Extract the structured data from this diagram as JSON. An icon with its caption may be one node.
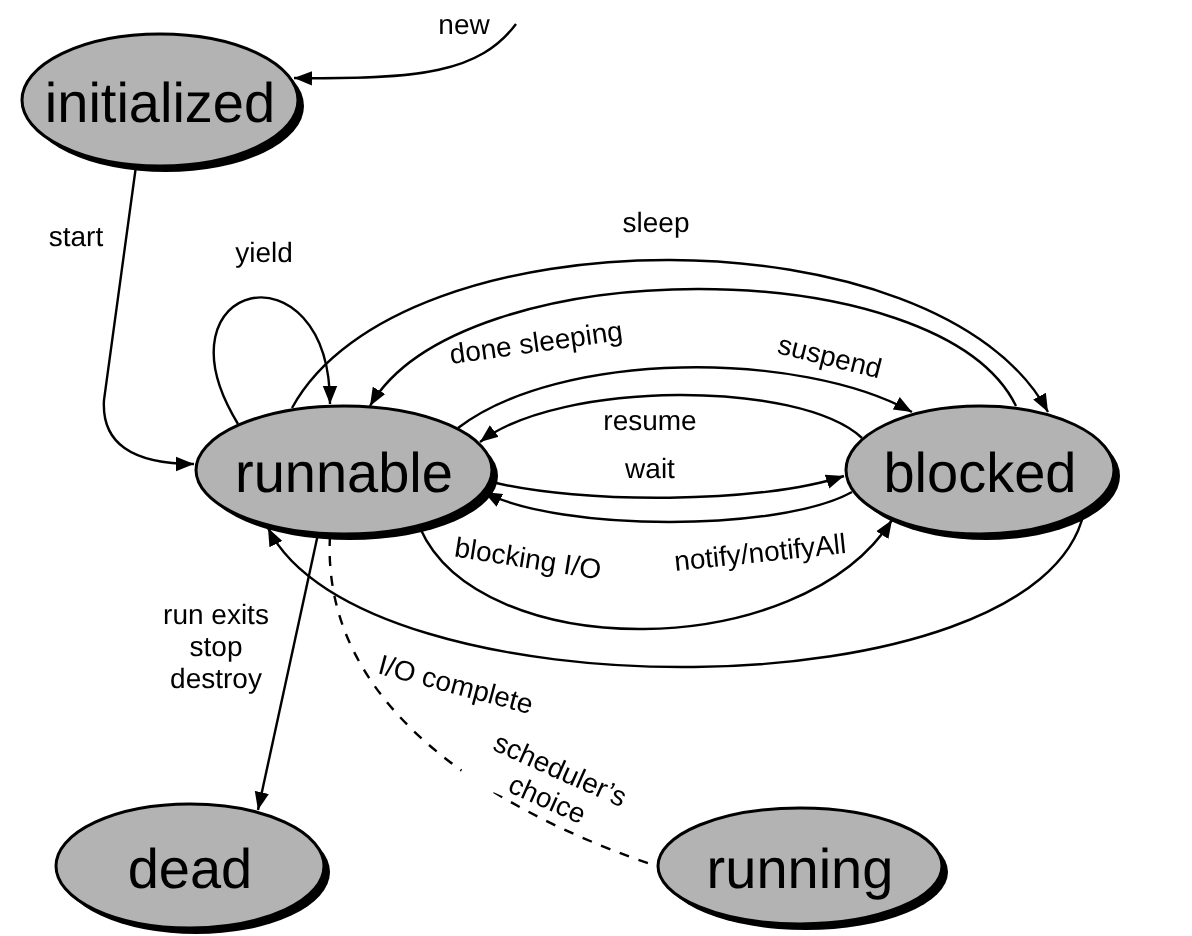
{
  "diagram": {
    "nodes": [
      {
        "text": [
          "initialized"
        ]
      },
      {
        "text": [
          "runnable"
        ]
      },
      {
        "text": [
          "blocked"
        ]
      },
      {
        "text": [
          "dead"
        ]
      },
      {
        "text": [
          "running"
        ]
      }
    ],
    "edges": [
      {
        "from": null,
        "to": 0,
        "arrow": "to",
        "label": "new"
      },
      {
        "from": 0,
        "to": 1,
        "arrow": "to",
        "label": "start"
      },
      {
        "from": 1,
        "to": 1,
        "arrow": "to",
        "label": "yield"
      },
      {
        "from": 1,
        "to": 2,
        "arrow": "to",
        "label": "sleep"
      },
      {
        "from": 2,
        "to": 1,
        "arrow": "to",
        "label": "done sleeping"
      },
      {
        "from": 1,
        "to": 2,
        "arrow": "to",
        "label": "suspend"
      },
      {
        "from": 2,
        "to": 1,
        "arrow": "to",
        "label": "resume"
      },
      {
        "from": 1,
        "to": 2,
        "arrow": "to",
        "label": "wait"
      },
      {
        "from": 2,
        "to": 1,
        "arrow": "to",
        "label": "notify/notifyAll"
      },
      {
        "from": 1,
        "to": 2,
        "arrow": "to",
        "label": "blocking I/O"
      },
      {
        "from": 2,
        "to": 1,
        "arrow": "to",
        "label": "I/O complete"
      },
      {
        "from": 1,
        "to": 3,
        "arrow": "to",
        "label": "run exits stop destroy"
      },
      {
        "from": 1,
        "to": 4,
        "arrow": "none",
        "label": "scheduler’s choice",
        "style": "dashed"
      }
    ]
  }
}
